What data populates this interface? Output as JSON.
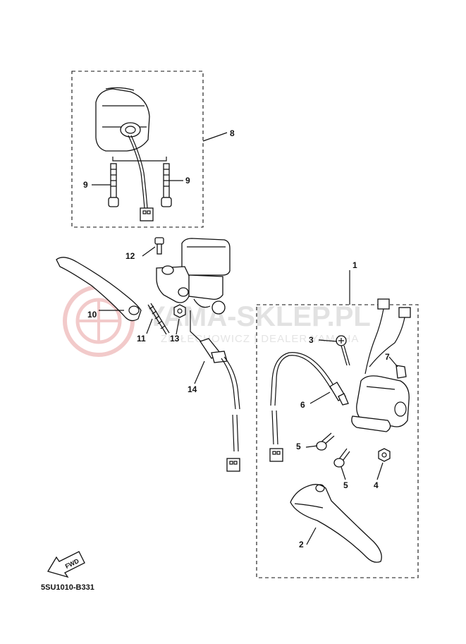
{
  "watermark": {
    "brand": "YAMA-SKLEP.PL",
    "tagline": "ZIOŁECHOWICZ | DEALER YAMAHA",
    "color": "#e6e6e6"
  },
  "callouts": [
    {
      "id": "1",
      "label": "1"
    },
    {
      "id": "2",
      "label": "2"
    },
    {
      "id": "3",
      "label": "3"
    },
    {
      "id": "4",
      "label": "4"
    },
    {
      "id": "5a",
      "label": "5"
    },
    {
      "id": "5b",
      "label": "5"
    },
    {
      "id": "6",
      "label": "6"
    },
    {
      "id": "7",
      "label": "7"
    },
    {
      "id": "8",
      "label": "8"
    },
    {
      "id": "9a",
      "label": "9"
    },
    {
      "id": "9b",
      "label": "9"
    },
    {
      "id": "10",
      "label": "10"
    },
    {
      "id": "11",
      "label": "11"
    },
    {
      "id": "12",
      "label": "12"
    },
    {
      "id": "13",
      "label": "13"
    },
    {
      "id": "14",
      "label": "14"
    }
  ],
  "fwd_arrow": {
    "label": "FWD"
  },
  "diagram_code": "5SU1010-B331",
  "colors": {
    "line": "#111111",
    "background": "#ffffff",
    "watermark_logo": "#e9a0a0"
  }
}
